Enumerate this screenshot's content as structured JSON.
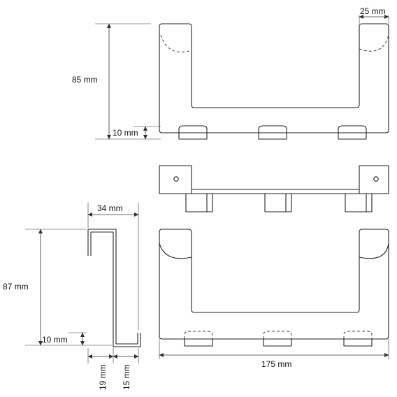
{
  "dimensions": {
    "hook_width": "25 mm",
    "front_height": "85 mm",
    "front_clip": "10 mm",
    "side_depth": "34 mm",
    "side_height": "87 mm",
    "side_clip": "10 mm",
    "side_bottom_left": "19 mm",
    "side_bottom_right": "15 mm",
    "total_width": "175 mm"
  },
  "colors": {
    "line": "#222222",
    "background": "#ffffff"
  }
}
